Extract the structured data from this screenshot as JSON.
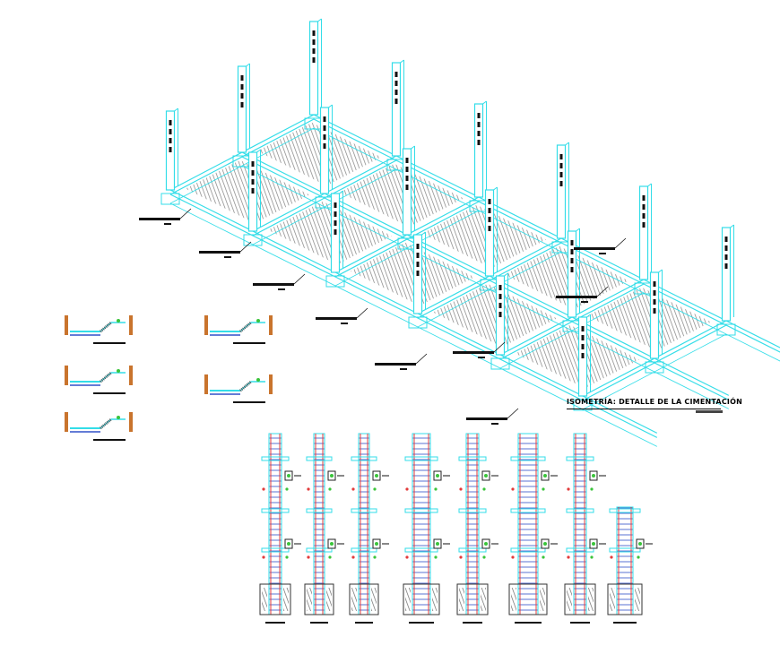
{
  "drawing": {
    "isometric_title": "ISOMETRÍA: DETALLE DE LA CIMENTACIÓN",
    "colors": {
      "concrete_line": "#33dde8",
      "hatch": "#555555",
      "annotation": "#111111",
      "rebar_red": "#e23b3b",
      "rebar_blue": "#3050c8",
      "stirrup_green": "#3bc43b",
      "soil_orange": "#c9742d"
    },
    "sections": {
      "cross_section_count": 5,
      "column_elevation_count": 8
    }
  }
}
